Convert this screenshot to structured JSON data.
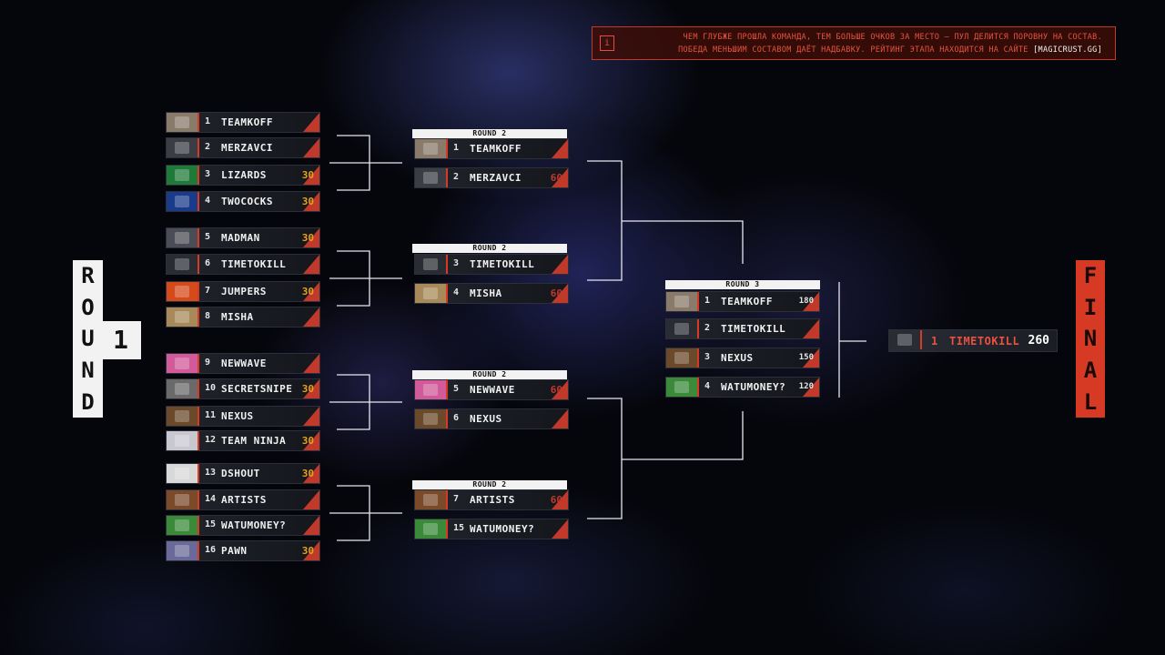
{
  "notice": {
    "line1": "ЧЕМ ГЛУБЖЕ ПРОШЛА КОМАНДА, ТЕМ БОЛЬШЕ ОЧКОВ ЗА МЕСТО – ПУЛ ДЕЛИТСЯ ПОРОВНУ НА СОСТАВ.",
    "line2": "ПОБЕДА МЕНЬШИМ СОСТАВОМ ДАЁТ НАДБАВКУ.  РЕЙТИНГ ЭТАПА НАХОДИТСЯ НА САЙТЕ",
    "link": "[MAGICRUST.GG]",
    "icon": "info-icon"
  },
  "labels": {
    "round_letters": [
      "R",
      "O",
      "U",
      "N",
      "D"
    ],
    "round_number": "1",
    "final_letters": [
      "F",
      "I",
      "N",
      "A",
      "L"
    ],
    "round2": "ROUND 2",
    "round3": "ROUND 3"
  },
  "round1": [
    {
      "seed": "1",
      "name": "TEAMKOFF",
      "score": "",
      "color": "#8a7a6a"
    },
    {
      "seed": "2",
      "name": "MERZAVCI",
      "score": "",
      "color": "#3a3d44"
    },
    {
      "seed": "3",
      "name": "LIZARDS",
      "score": "30",
      "color": "#1f7a3a"
    },
    {
      "seed": "4",
      "name": "TWOCOCKS",
      "score": "30",
      "color": "#1a3a8a"
    },
    {
      "seed": "5",
      "name": "MADMAN",
      "score": "30",
      "color": "#4a4d55"
    },
    {
      "seed": "6",
      "name": "TIMETOKILL",
      "score": "",
      "color": "#2a2c33"
    },
    {
      "seed": "7",
      "name": "JUMPERS",
      "score": "30",
      "color": "#d44a1a"
    },
    {
      "seed": "8",
      "name": "MISHA",
      "score": "",
      "color": "#a88a5a"
    },
    {
      "seed": "9",
      "name": "NEWWAVE",
      "score": "",
      "color": "#d05a9a"
    },
    {
      "seed": "10",
      "name": "SECRETSNIPE",
      "score": "30",
      "color": "#6a6a6a"
    },
    {
      "seed": "11",
      "name": "NEXUS",
      "score": "",
      "color": "#6a4a2a"
    },
    {
      "seed": "12",
      "name": "TEAM NINJA",
      "score": "30",
      "color": "#c8c8d0"
    },
    {
      "seed": "13",
      "name": "DSHOUT",
      "score": "30",
      "color": "#d8d8d8"
    },
    {
      "seed": "14",
      "name": "ARTISTS",
      "score": "",
      "color": "#7a4a2a"
    },
    {
      "seed": "15",
      "name": "WATUMONEY?",
      "score": "",
      "color": "#3a8a3a"
    },
    {
      "seed": "16",
      "name": "PAWN",
      "score": "30",
      "color": "#6a6a9a"
    }
  ],
  "round2": [
    {
      "seed": "1",
      "name": "TEAMKOFF",
      "score": "",
      "color": "#8a7a6a"
    },
    {
      "seed": "2",
      "name": "MERZAVCI",
      "score": "60",
      "color": "#3a3d44"
    },
    {
      "seed": "3",
      "name": "TIMETOKILL",
      "score": "",
      "color": "#2a2c33"
    },
    {
      "seed": "4",
      "name": "MISHA",
      "score": "60",
      "color": "#a88a5a"
    },
    {
      "seed": "5",
      "name": "NEWWAVE",
      "score": "60",
      "color": "#d05a9a"
    },
    {
      "seed": "6",
      "name": "NEXUS",
      "score": "",
      "color": "#6a4a2a"
    },
    {
      "seed": "7",
      "name": "ARTISTS",
      "score": "60",
      "color": "#7a4a2a"
    },
    {
      "seed": "15",
      "name": "WATUMONEY?",
      "score": "",
      "color": "#3a8a3a"
    }
  ],
  "round3": [
    {
      "seed": "1",
      "name": "TEAMKOFF",
      "score": "180",
      "color": "#8a7a6a"
    },
    {
      "seed": "2",
      "name": "TIMETOKILL",
      "score": "",
      "color": "#2a2c33"
    },
    {
      "seed": "3",
      "name": "NEXUS",
      "score": "150",
      "color": "#6a4a2a"
    },
    {
      "seed": "4",
      "name": "WATUMONEY?",
      "score": "120",
      "color": "#3a8a3a"
    }
  ],
  "final": {
    "seed": "1",
    "name": "TIMETOKILL",
    "score": "260",
    "color": "#2a2c33"
  }
}
